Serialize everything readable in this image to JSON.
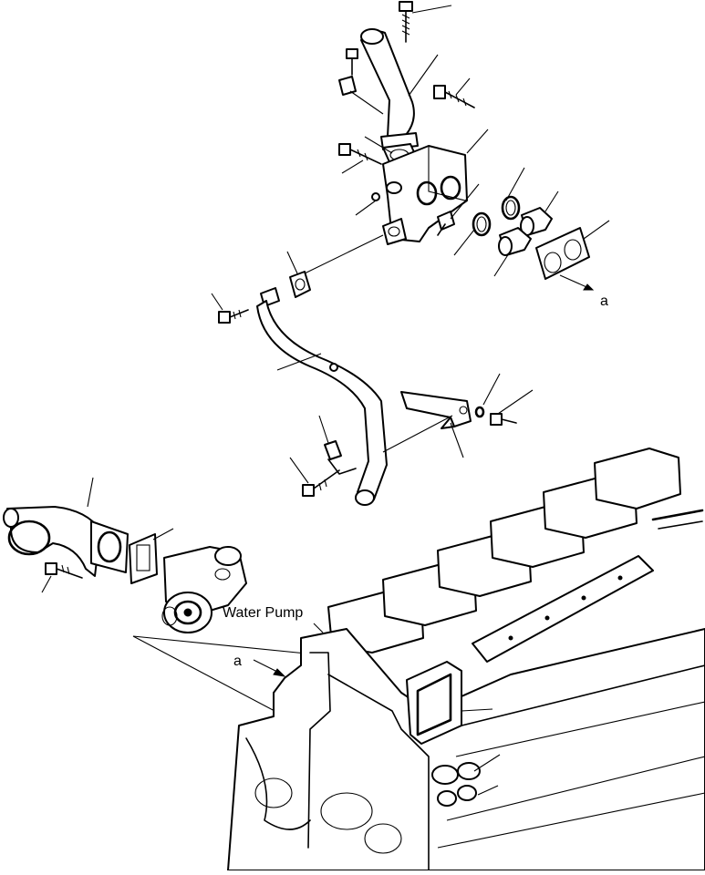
{
  "labels": {
    "water_pump": "Water Pump",
    "ref_a_top": "a",
    "ref_a_block": "a"
  }
}
